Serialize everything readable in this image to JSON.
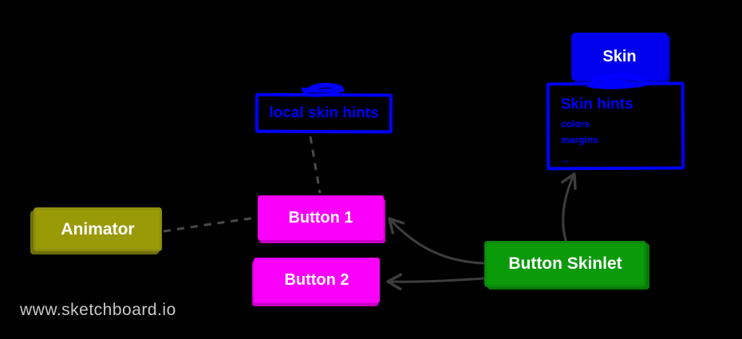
{
  "watermark": {
    "text": "www.sketchboard.io",
    "color": "#c8c8c8"
  },
  "nodes": {
    "skin": {
      "label": "Skin",
      "fill": "#0000ee",
      "text_color": "#ffffff"
    },
    "skin_hints": {
      "title": "Skin hints",
      "items": [
        "colors",
        "margins",
        "..."
      ],
      "border_color": "#0000ff",
      "text_color": "#0000ff"
    },
    "local_skin_hints": {
      "label": "local skin hints",
      "border_color": "#0000ff",
      "text_color": "#0000ff"
    },
    "animator": {
      "label": "Animator",
      "fill": "#9a9a07",
      "text_color": "#ffffff"
    },
    "button1": {
      "label": "Button 1",
      "fill": "#fa00fa",
      "text_color": "#ffffff"
    },
    "button2": {
      "label": "Button 2",
      "fill": "#fa00fa",
      "text_color": "#ffffff"
    },
    "button_skinlet": {
      "label": "Button Skinlet",
      "fill": "#0a9a0a",
      "text_color": "#ffffff"
    }
  },
  "edges": [
    {
      "from": "local-skin-hints",
      "to": "button-1",
      "style": "dashed",
      "arrow": false
    },
    {
      "from": "animator",
      "to": "button-1",
      "style": "dashed",
      "arrow": false
    },
    {
      "from": "button-skinlet",
      "to": "button-1",
      "style": "solid",
      "arrow": true
    },
    {
      "from": "button-skinlet",
      "to": "button-2",
      "style": "solid",
      "arrow": true
    },
    {
      "from": "button-skinlet",
      "to": "skin-hints",
      "style": "solid",
      "arrow": true
    },
    {
      "from": "skin",
      "to": "skin-hints",
      "style": "attached",
      "arrow": false
    }
  ],
  "colors": {
    "background": "#000000",
    "connector": "#3d3d3d",
    "dashed_connector": "#4a4a4a",
    "blue": "#0000ff"
  }
}
